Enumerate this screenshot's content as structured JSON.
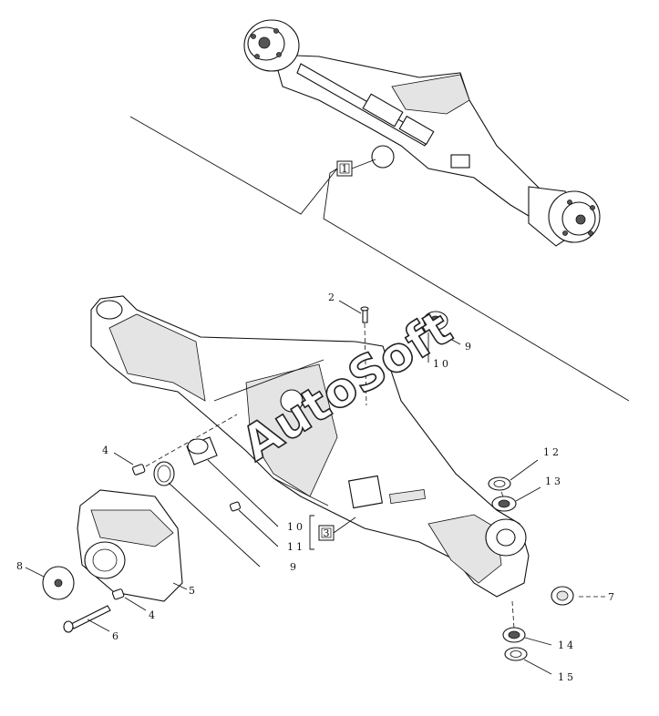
{
  "watermark": "AutoSoft",
  "ref_boxes": [
    {
      "id": "ref-box-1",
      "label": "1"
    },
    {
      "id": "ref-box-3",
      "label": "3"
    }
  ],
  "callouts": [
    {
      "id": "callout-2",
      "label": "2"
    },
    {
      "id": "callout-9-top",
      "label": "9"
    },
    {
      "id": "callout-10-top",
      "label": "10"
    },
    {
      "id": "callout-4-left",
      "label": "4"
    },
    {
      "id": "callout-12",
      "label": "12"
    },
    {
      "id": "callout-13",
      "label": "13"
    },
    {
      "id": "callout-10-bottom",
      "label": "10"
    },
    {
      "id": "callout-11",
      "label": "11"
    },
    {
      "id": "callout-9-bottom",
      "label": "9"
    },
    {
      "id": "callout-8",
      "label": "8"
    },
    {
      "id": "callout-5",
      "label": "5"
    },
    {
      "id": "callout-4-bottom",
      "label": "4"
    },
    {
      "id": "callout-6",
      "label": "6"
    },
    {
      "id": "callout-7",
      "label": "7"
    },
    {
      "id": "callout-14",
      "label": "14"
    },
    {
      "id": "callout-15",
      "label": "15"
    }
  ]
}
